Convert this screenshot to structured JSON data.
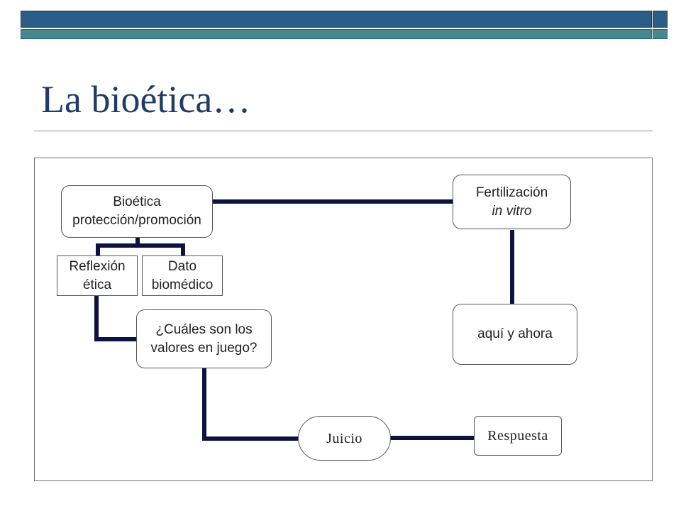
{
  "slide": {
    "title": "La bioética…"
  },
  "diagram": {
    "nodes": {
      "bioetica": {
        "line1": "Bioética",
        "line2": "protección/promoción"
      },
      "reflexion": {
        "line1": "Reflexión",
        "line2": "ética"
      },
      "dato": {
        "line1": "Dato",
        "line2": "biomédico"
      },
      "valores": {
        "line1": "¿Cuáles son los",
        "line2": "valores en juego?"
      },
      "fertilizacion": {
        "line1": "Fertilización",
        "line2": "in vitro"
      },
      "aqui": {
        "line1": "aquí y ahora"
      },
      "juicio": {
        "line1": "Juicio"
      },
      "respuesta": {
        "line1": "Respuesta"
      }
    },
    "colors": {
      "connector": "#0e1240",
      "title": "#1f3b66",
      "header_band_dark": "#2a5e86",
      "header_band_light": "#47888f"
    }
  }
}
